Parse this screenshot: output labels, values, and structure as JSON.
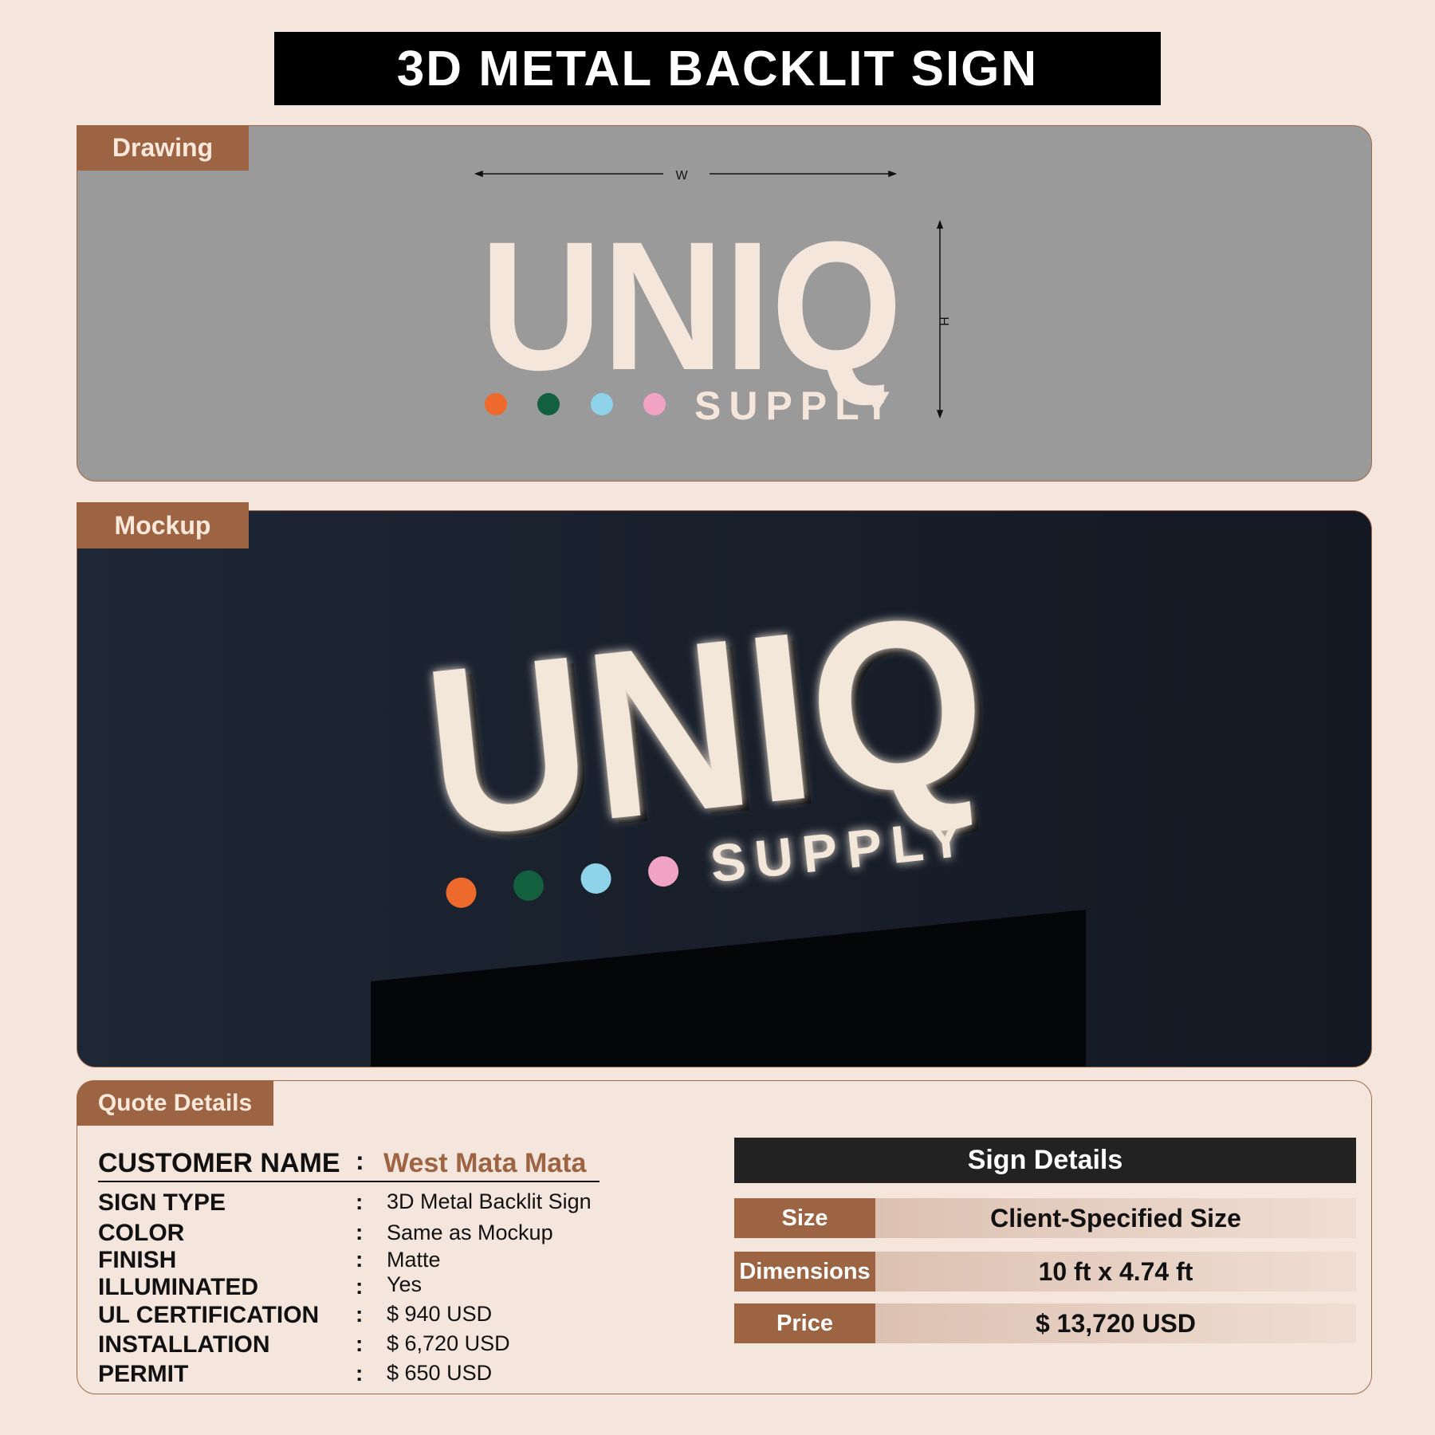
{
  "title": "3D METAL BACKLIT SIGN",
  "drawing": {
    "tab": "Drawing",
    "width_label": "W",
    "height_label": "H",
    "logo_main": "UNIQ",
    "logo_sub": "SUPPLY"
  },
  "mockup": {
    "tab": "Mockup",
    "logo_main": "UNIQ",
    "logo_sub": "SUPPLY"
  },
  "dot_colors": [
    "#ee6a2c",
    "#13603f",
    "#8fd3ea",
    "#f1a3c4"
  ],
  "quote": {
    "tab": "Quote Details",
    "customer_label": "CUSTOMER NAME",
    "customer_value": "West Mata Mata",
    "rows": [
      {
        "label": "SIGN TYPE",
        "value": "3D Metal Backlit Sign"
      },
      {
        "label": "COLOR",
        "value": "Same as Mockup"
      },
      {
        "label": "FINISH",
        "value": "Matte"
      },
      {
        "label": "ILLUMINATED",
        "value": "Yes"
      },
      {
        "label": "UL CERTIFICATION",
        "value": "$ 940 USD"
      },
      {
        "label": "INSTALLATION",
        "value": "$ 6,720 USD"
      },
      {
        "label": "PERMIT",
        "value": "$ 650 USD"
      }
    ]
  },
  "sign_details": {
    "title": "Sign Details",
    "rows": [
      {
        "label": "Size",
        "value": "Client-Specified Size"
      },
      {
        "label": "Dimensions",
        "value": "10 ft x 4.74 ft"
      },
      {
        "label": "Price",
        "value": "$ 13,720 USD"
      }
    ]
  }
}
